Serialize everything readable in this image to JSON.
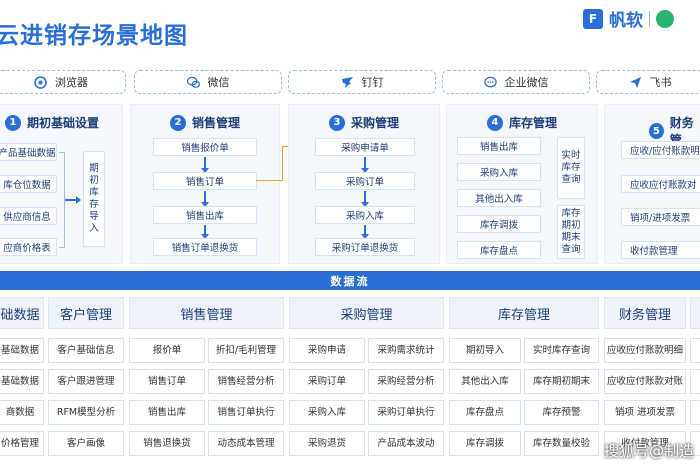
{
  "header": {
    "title": "云进销存场景地图",
    "brand_name": "帆软",
    "brand_logo_letter": "F"
  },
  "channels": [
    {
      "label": "浏览器",
      "icon": "browser-icon"
    },
    {
      "label": "微信",
      "icon": "wechat-icon"
    },
    {
      "label": "钉钉",
      "icon": "dingtalk-icon"
    },
    {
      "label": "企业微信",
      "icon": "wecom-icon"
    },
    {
      "label": "飞书",
      "icon": "feishu-icon"
    }
  ],
  "panels": [
    {
      "num": "1",
      "title": "期初基础设置",
      "items": [
        "产品基础数据",
        "库仓位数据",
        "供应商信息",
        "应商价格表"
      ],
      "side": "期初库存导入"
    },
    {
      "num": "2",
      "title": "销售管理",
      "items": [
        "销售报价单",
        "销售订单",
        "销售出库",
        "销售订单退换货"
      ]
    },
    {
      "num": "3",
      "title": "采购管理",
      "items": [
        "采购申请单",
        "采购订单",
        "采购入库",
        "采购订单退换货"
      ]
    },
    {
      "num": "4",
      "title": "库存管理",
      "items": [
        "销售出库",
        "采购入库",
        "其他出入库",
        "库存调拨",
        "库存盘点"
      ],
      "side_top": "实时库存查询",
      "side_bottom": "库存期初期末查询"
    },
    {
      "num": "5",
      "title": "财务管",
      "items": [
        "应收/应付账款明",
        "应收应付账款对",
        "销项/进项发票",
        "收付款管理"
      ]
    }
  ],
  "flow_label": "数据流",
  "grid": {
    "categories": [
      "础数据",
      "客户管理",
      "销售管理",
      "采购管理",
      "库存管理",
      "财务管理"
    ],
    "rows": [
      [
        "基础数据",
        "客户基础信息",
        "报价单",
        "折扣/毛利管理",
        "采购申请",
        "采购需求统计",
        "期初导入",
        "实时库存查询",
        "应收应付账款明细"
      ],
      [
        "基础数据",
        "客户跟进管理",
        "销售订单",
        "销售经营分析",
        "采购订单",
        "采购经营分析",
        "其他出入库",
        "库存期初期末",
        "应收应付账款对账"
      ],
      [
        "商数据",
        "RFM模型分析",
        "销售出库",
        "销售订单执行",
        "采购入库",
        "采购订单执行",
        "库存盘点",
        "库存预警",
        "销项 进项发票"
      ],
      [
        "价格管理",
        "客户画像",
        "销售退换货",
        "动态成本管理",
        "采购退货",
        "产品成本波动",
        "库存调拨",
        "库存数量校验",
        "收付款管理"
      ]
    ]
  },
  "watermark": "搜狐号@制造",
  "colors": {
    "accent": "#2a6fd6",
    "panel_bg": "#f4f7fc",
    "border": "#d7e3f5",
    "brand_green": "#29b36f"
  }
}
